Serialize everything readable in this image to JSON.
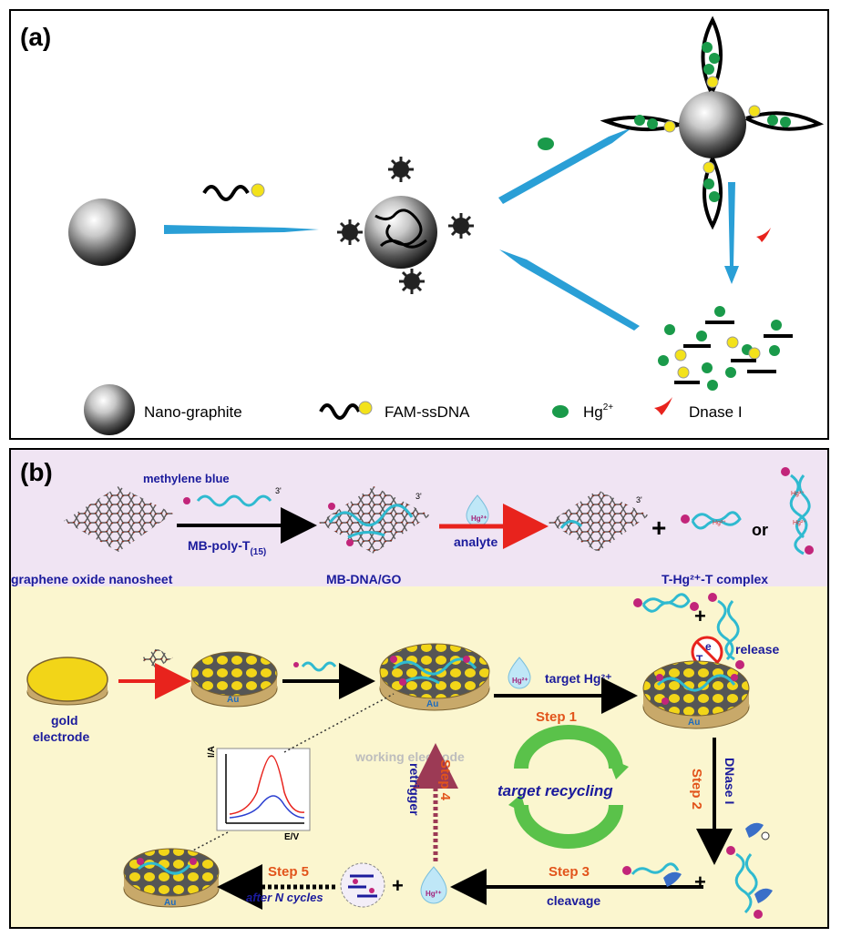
{
  "panel_a": {
    "label": "(a)",
    "legend": {
      "nano_graphite": "Nano-graphite",
      "fam_ssdna": "FAM-ssDNA",
      "hg_base": "Hg",
      "hg_sup": "2+",
      "dnase": "Dnase I"
    }
  },
  "panel_b": {
    "label": "(b)",
    "top": {
      "methylene_blue": "methylene blue",
      "mb_poly_t": "MB-poly-T",
      "mb_poly_t_sub": "(15)",
      "analyte": "analyte",
      "plus": "+",
      "or": "or",
      "go_sheet": "graphene oxide nanosheet",
      "mb_dna_go": "MB-DNA/GO",
      "complex": "T-Hg²⁺-T complex",
      "drop_hg": "Hg²⁺",
      "three_prime": "3'"
    },
    "bottom": {
      "gold": "gold",
      "electrode": "electrode",
      "au": "Au",
      "target_hg": "target Hg²⁺",
      "step1": "Step 1",
      "release": "release",
      "e_label": "e",
      "t_label": "T",
      "working_electrode": "working electrode",
      "step4": "Step 4",
      "retrigger": "retrigger",
      "target_recycling": "target recycling",
      "step2": "Step 2",
      "dnase": "DNase I",
      "step3": "Step 3",
      "cleavage": "cleavage",
      "step5": "Step 5",
      "after_n": "after N cycles",
      "ia": "I/A",
      "ev": "E/V",
      "plus": "+",
      "drop_hg": "Hg²⁺"
    }
  },
  "colors": {
    "arrow_blue": "#2a9fd6",
    "hg_green": "#1a9a4a",
    "fam_yellow": "#f3e21a",
    "arrow_red": "#e8231d",
    "step_orange": "#e2541b",
    "label_blue": "#1b1b9c",
    "gold": "#f2d518",
    "purple_band": "#f0e4f3",
    "yellow_band": "#fbf6cf"
  }
}
